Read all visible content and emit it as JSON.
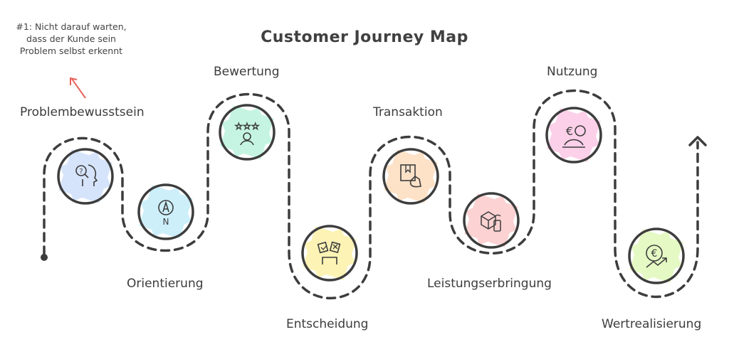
{
  "title": "Customer Journey Map",
  "annotation": {
    "text": "#1: Nicht darauf warten, dass der Kunde sein Problem selbst erkennt",
    "arrow_color": "#e8625a"
  },
  "stages": [
    {
      "id": "problembewusstsein",
      "label": "Problembewusstsein",
      "icon": "head-question-icon",
      "color": "#d6e4fb"
    },
    {
      "id": "orientierung",
      "label": "Orientierung",
      "icon": "compass-icon",
      "color": "#cdeffa"
    },
    {
      "id": "bewertung",
      "label": "Bewertung",
      "icon": "rating-stars-icon",
      "color": "#c5f5e2"
    },
    {
      "id": "entscheidung",
      "label": "Entscheidung",
      "icon": "decision-cards-icon",
      "color": "#fdf3b5"
    },
    {
      "id": "transaktion",
      "label": "Transaktion",
      "icon": "package-hand-icon",
      "color": "#fde2c8"
    },
    {
      "id": "leistungserbringung",
      "label": "Leistungserbringung",
      "icon": "delivery-box-phone-icon",
      "color": "#fcd2d2"
    },
    {
      "id": "nutzung",
      "label": "Nutzung",
      "icon": "user-cycle-icon",
      "color": "#fbd0e8"
    },
    {
      "id": "wertrealisierung",
      "label": "Wertrealisierung",
      "icon": "euro-growth-icon",
      "color": "#e5f9c4"
    }
  ],
  "stroke_color": "#3d3d3d"
}
